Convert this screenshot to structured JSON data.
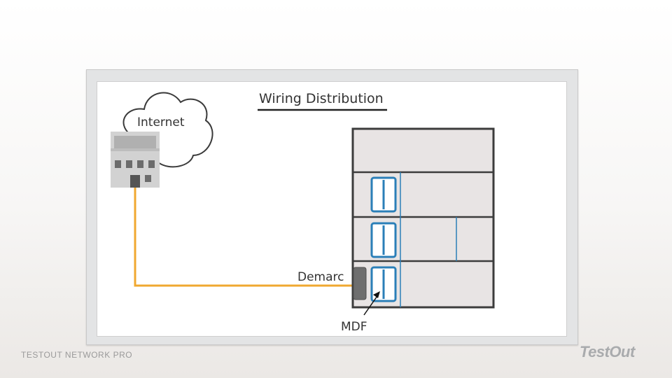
{
  "diagram": {
    "title": "Wiring Distribution",
    "labels": {
      "internet": "Internet",
      "demarc": "Demarc",
      "mdf": "MDF"
    }
  },
  "colors": {
    "cable": "#f0a830",
    "rack": "#2b7fb8",
    "building_fill": "#e8e4e4",
    "building_border": "#3c3c3c",
    "demarc_box": "#6e6e6e"
  },
  "footer": {
    "course": "TESTOUT NETWORK PRO",
    "logo": "TestOut"
  }
}
